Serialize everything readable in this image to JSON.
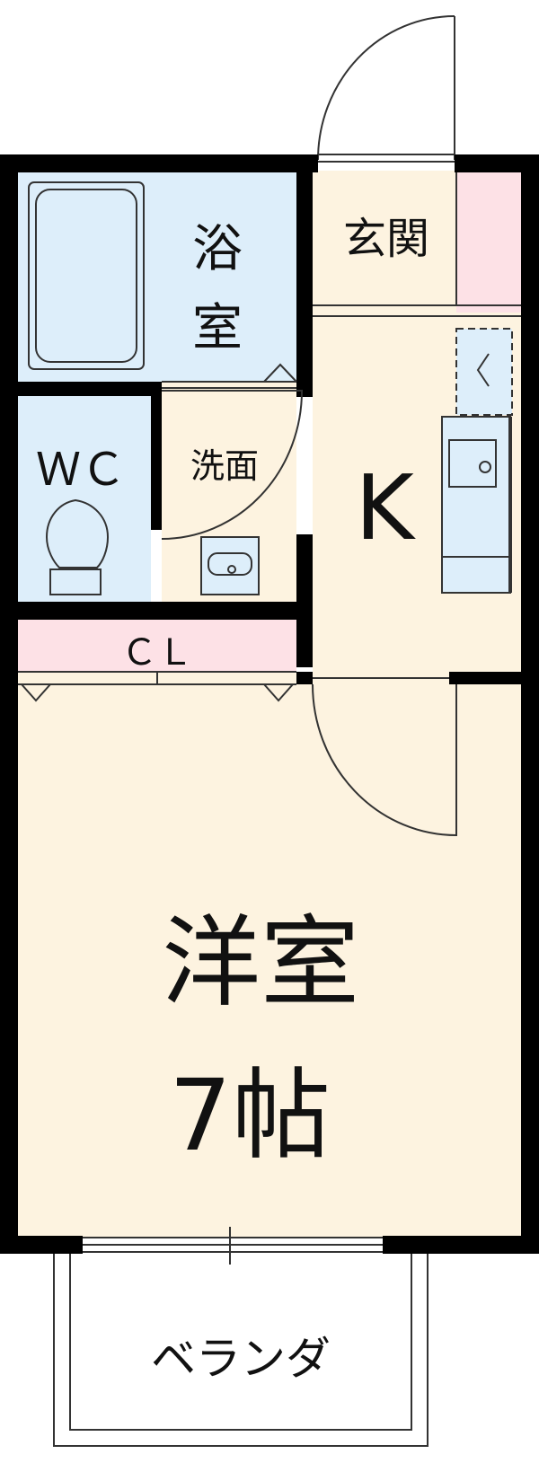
{
  "rooms": {
    "bath": {
      "label_line1": "浴",
      "label_line2": "室"
    },
    "entrance": {
      "label": "玄関"
    },
    "wc": {
      "label": "ＷＣ"
    },
    "washroom": {
      "label": "洗面"
    },
    "kitchen": {
      "label": "K"
    },
    "closet": {
      "label": "ＣＬ"
    },
    "western_room": {
      "label": "洋室",
      "size_label": "7帖"
    },
    "veranda": {
      "label": "ベランダ"
    }
  },
  "colors": {
    "wall": "#000000",
    "living_floor": "#fdf3e0",
    "wet_area": "#ddeefa",
    "storage": "#fde1e6",
    "line": "#333333"
  }
}
